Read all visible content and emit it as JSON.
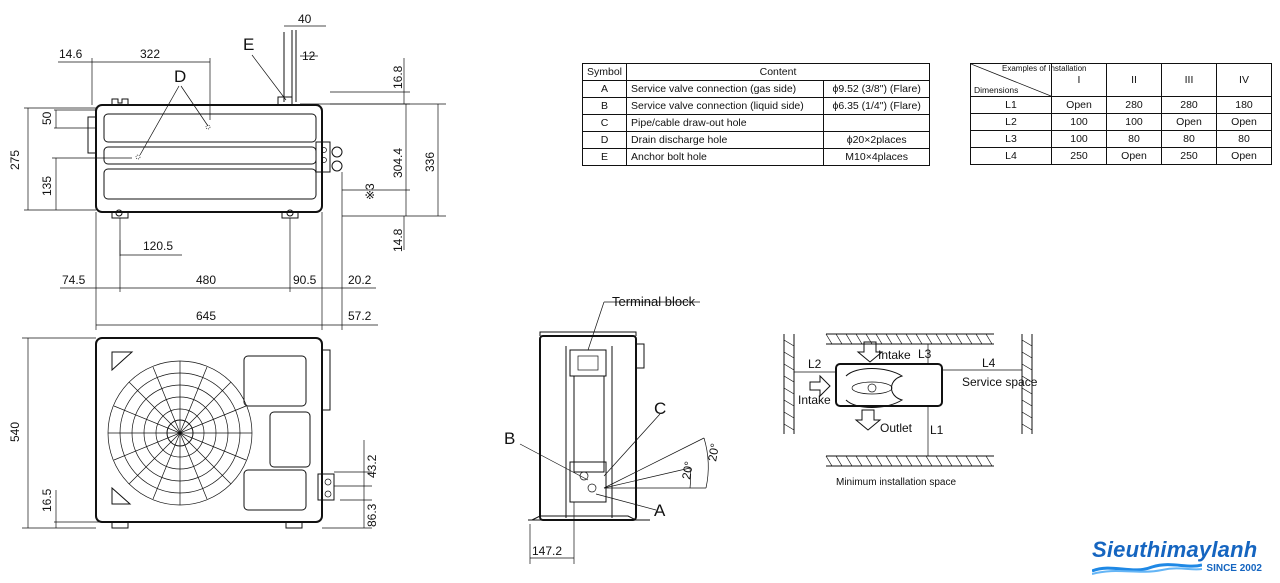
{
  "front_view": {
    "dims": {
      "d40": "40",
      "d12": "12",
      "d14_6": "14.6",
      "d322": "322",
      "d50": "50",
      "d275": "275",
      "d135": "135",
      "d16_8": "16.8",
      "d304_4": "304.4",
      "d336": "336",
      "d3": "※3",
      "d14_8": "14.8",
      "d120_5": "120.5",
      "d74_5": "74.5",
      "d480": "480",
      "d90_5": "90.5",
      "d20_2": "20.2",
      "d645": "645",
      "d57_2": "57.2"
    },
    "labels": {
      "D": "D",
      "E": "E"
    }
  },
  "lower_view": {
    "dims": {
      "d540": "540",
      "d16_5": "16.5",
      "d43_2": "43.2",
      "d86_3": "86.3"
    }
  },
  "side_view": {
    "terminal_block": "Terminal block",
    "labels": {
      "A": "A",
      "B": "B",
      "C": "C"
    },
    "dims": {
      "a20_1": "20°",
      "a20_2": "20°",
      "d147_2": "147.2"
    }
  },
  "content_table": {
    "headers": [
      "Symbol",
      "Content"
    ],
    "rows": [
      [
        "A",
        "Service valve connection (gas side)",
        "ϕ9.52 (3/8\") (Flare)"
      ],
      [
        "B",
        "Service valve connection (liquid side)",
        "ϕ6.35 (1/4\") (Flare)"
      ],
      [
        "C",
        "Pipe/cable draw-out hole",
        ""
      ],
      [
        "D",
        "Drain discharge hole",
        "ϕ20×2places"
      ],
      [
        "E",
        "Anchor bolt hole",
        "M10×4places"
      ]
    ]
  },
  "install_table": {
    "corner_top": "Examples of Installation",
    "corner_bottom": "Dimensions",
    "headers": [
      "I",
      "II",
      "III",
      "IV"
    ],
    "rows": [
      [
        "L1",
        "Open",
        "280",
        "280",
        "180"
      ],
      [
        "L2",
        "100",
        "100",
        "Open",
        "Open"
      ],
      [
        "L3",
        "100",
        "80",
        "80",
        "80"
      ],
      [
        "L4",
        "250",
        "Open",
        "250",
        "Open"
      ]
    ]
  },
  "install_diagram": {
    "L1": "L1",
    "L2": "L2",
    "L3": "L3",
    "L4": "L4",
    "intake_top": "Intake",
    "intake_left": "Intake",
    "outlet": "Outlet",
    "service_space": "Service space",
    "caption": "Minimum installation space"
  },
  "brand": {
    "name": "Sieuthimaylanh",
    "since": "SINCE 2002",
    "color": "#1565c0"
  }
}
